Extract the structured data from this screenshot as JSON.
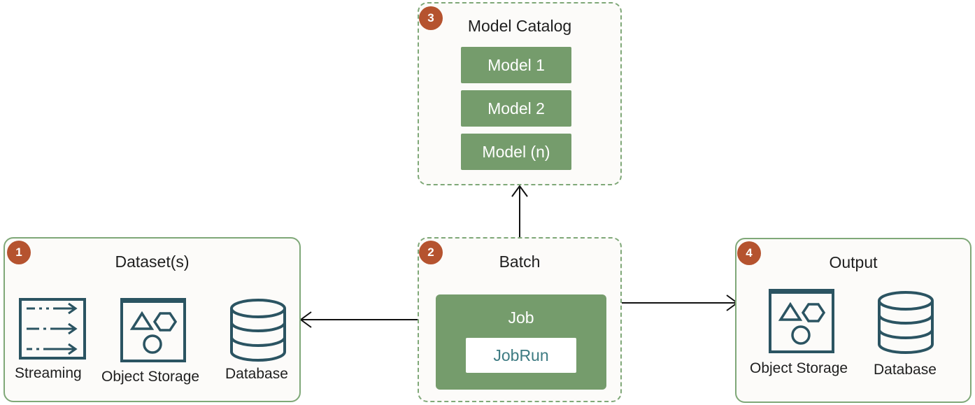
{
  "model_catalog": {
    "badge": "3",
    "title": "Model Catalog",
    "models": [
      "Model 1",
      "Model 2",
      "Model (n)"
    ]
  },
  "datasets": {
    "badge": "1",
    "title": "Dataset(s)",
    "sources": [
      "Streaming",
      "Object Storage",
      "Database"
    ]
  },
  "batch": {
    "badge": "2",
    "title": "Batch",
    "job": "Job",
    "job_run": "JobRun"
  },
  "output": {
    "badge": "4",
    "title": "Output",
    "targets": [
      "Object Storage",
      "Database"
    ]
  },
  "colors": {
    "accent_green": "#759c6c",
    "border_green": "#7fa878",
    "badge": "#b5532f",
    "icon_teal": "#2b5462",
    "jobrun_text": "#3d7b82"
  }
}
